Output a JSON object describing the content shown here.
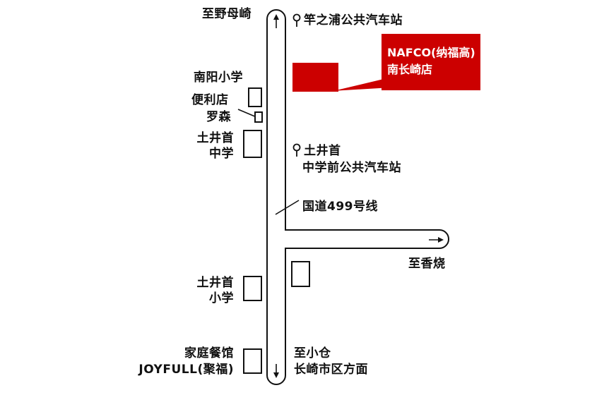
{
  "colors": {
    "road": "#111111",
    "accent": "#cc0000",
    "background": "#ffffff"
  },
  "labels": {
    "to_nomozaki": "至野母崎",
    "bus_stop_saonoura": "竿之浦公共汽车站",
    "callout_line1": "NAFCO(纳福高)",
    "callout_line2": "南长崎店",
    "nanyo_school": "南阳小学",
    "convenience_store_line1": "便利店",
    "convenience_store_line2": "罗森",
    "tsuchii_middle_line1": "土井首",
    "tsuchii_middle_line2": "中学",
    "bus_stop_tsuchii_line1": "土井首",
    "bus_stop_tsuchii_line2": "中学前公共汽车站",
    "route_499": "国道499号线",
    "to_koyaki": "至香烧",
    "tsuchii_elem_line1": "土井首",
    "tsuchii_elem_line2": "小学",
    "restaurant_line1": "家庭餐馆",
    "restaurant_line2": "JOYFULL(聚福)",
    "to_kokura_line1": "至小仓",
    "to_kokura_line2": "长崎市区方面"
  },
  "icons": {
    "bus_stop": "bus-stop-pin-icon",
    "arrow_up": "arrow-up-icon",
    "arrow_down": "arrow-down-icon",
    "arrow_right": "arrow-right-icon"
  }
}
